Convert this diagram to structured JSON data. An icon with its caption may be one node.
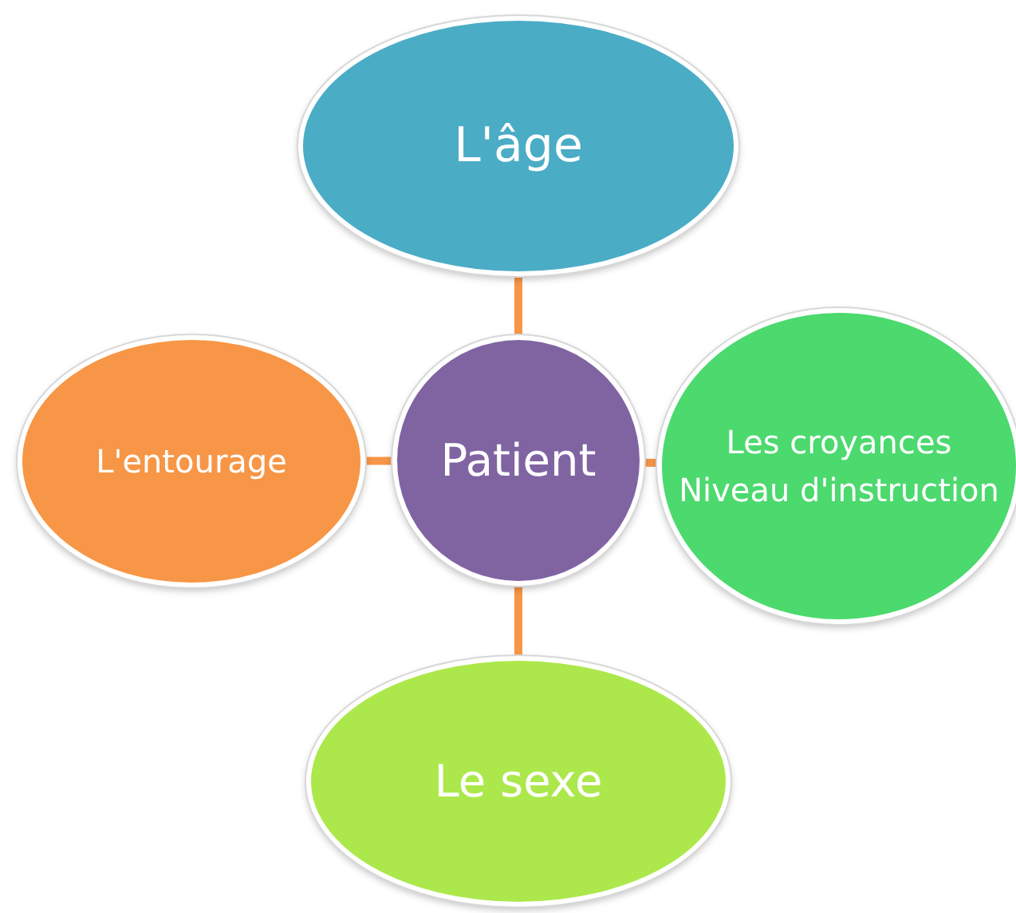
{
  "diagram": {
    "nodes": [
      {
        "text": [
          "L'âge"
        ]
      },
      {
        "text": [
          "L'entourage"
        ]
      },
      {
        "text": [
          "Patient"
        ]
      },
      {
        "text": [
          "Les croyances",
          "Niveau d'instruction"
        ]
      },
      {
        "text": [
          "Le sexe"
        ]
      }
    ],
    "edges": [
      {
        "from": 2,
        "to": 0,
        "arrow": "none"
      },
      {
        "from": 2,
        "to": 1,
        "arrow": "none"
      },
      {
        "from": 2,
        "to": 3,
        "arrow": "none"
      },
      {
        "from": 2,
        "to": 4,
        "arrow": "none"
      }
    ]
  }
}
